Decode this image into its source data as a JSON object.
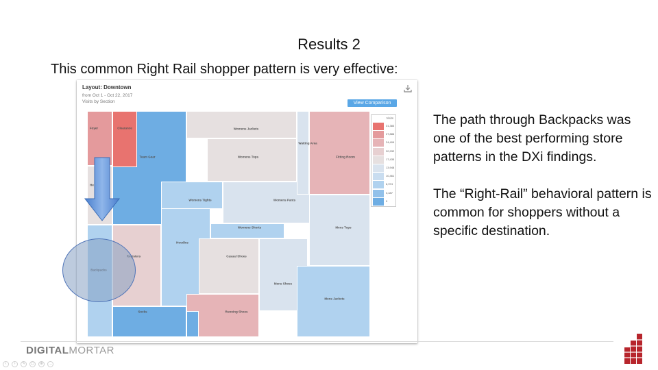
{
  "slide": {
    "title": "Results 2",
    "subtitle": "This common Right Rail shopper pattern is very effective:"
  },
  "card": {
    "title": "Layout: Downtown",
    "date_range": "from Oct 1 - Oct 22, 2017",
    "subtitle": "Visits by Section",
    "view_button": "View Comparison"
  },
  "map_labels": {
    "foyer": "Foyer",
    "clearance": "Clearance",
    "team_gear": "Team Gear",
    "he": "He",
    "womens_jackets": "Womens Jackets",
    "waiting_area": "Waiting Area",
    "fitting_room": "Fitting Room",
    "womens_tops": "Womens Tops",
    "womens_tights": "Womens Tights",
    "womens_pants": "Womens Pants",
    "womens_shorts": "Womens Shorts",
    "mens_tops": "Mens Tops",
    "hoodies": "Hoodies",
    "registers": "Registers",
    "casual_shoes": "Casual Shoes",
    "backpacks": "Backpacks",
    "mens_shoes": "Mens Shoes",
    "mens_jackets": "Mens Jackets",
    "socks": "Socks",
    "running_shoes": "Running Shoes"
  },
  "legend": {
    "title": "Visits",
    "values": [
      "31,383",
      "27,886",
      "24,409",
      "20,932",
      "17,435",
      "13,948",
      "10,461",
      "6,974",
      "3,487",
      "0"
    ],
    "colors": [
      "#e8736f",
      "#e49a9c",
      "#e6b4b7",
      "#e7d0d1",
      "#e6e0e0",
      "#d9e3ee",
      "#c9ddf0",
      "#b0d2ef",
      "#92c1ea",
      "#6eade3"
    ]
  },
  "body": {
    "paragraph1": "The path through Backpacks was one of the best performing store patterns in the DXi findings.",
    "paragraph2": "The “Right-Rail” behavioral pattern is common for shoppers without a specific destination."
  },
  "footer": {
    "brand_bold": "DIGITAL",
    "brand_light": "MORTAR"
  }
}
